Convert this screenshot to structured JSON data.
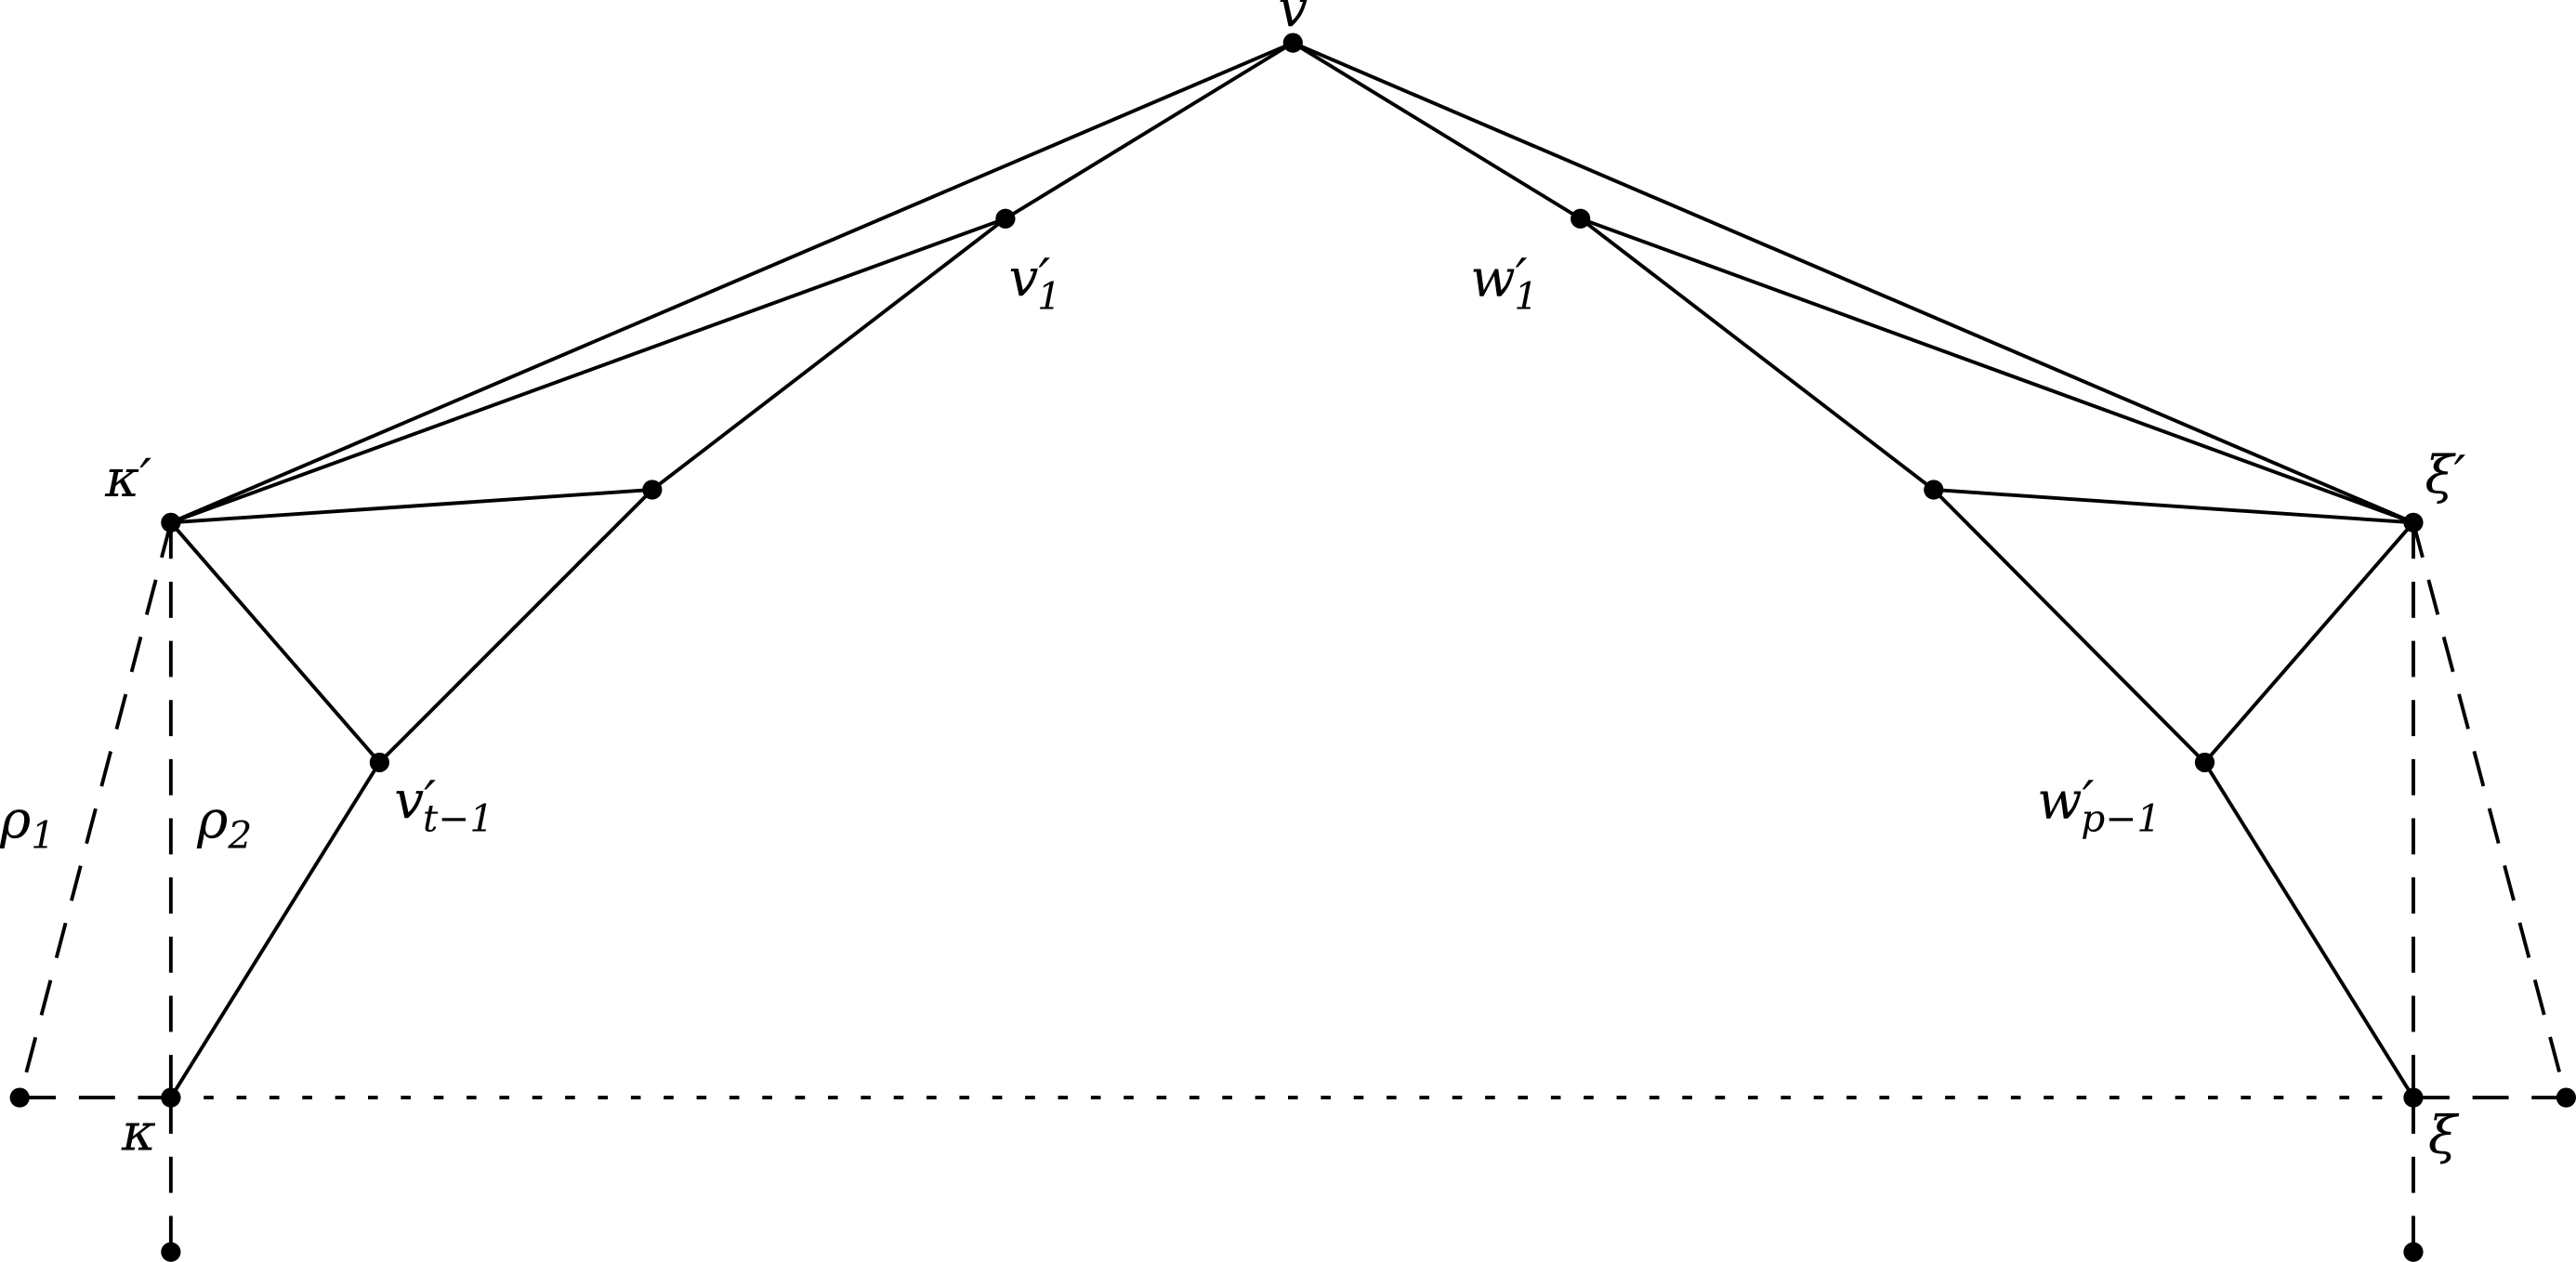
{
  "labels": {
    "v": {
      "base": "v"
    },
    "v1": {
      "base": "v",
      "prime": "′",
      "sub": "1"
    },
    "w1": {
      "base": "w",
      "prime": "′",
      "sub": "1"
    },
    "kappa_prime": {
      "base": "κ",
      "prime": "′"
    },
    "xi_prime": {
      "base": "ξ",
      "prime": "′"
    },
    "vt": {
      "base": "v",
      "prime": "′",
      "sub": "t−1"
    },
    "wp": {
      "base": "w",
      "prime": "′",
      "sub": "p−1"
    },
    "rho1": {
      "base": "ρ",
      "sub": "1"
    },
    "rho2": {
      "base": "ρ",
      "sub": "2"
    },
    "kappa": {
      "base": "κ"
    },
    "xi": {
      "base": "ξ"
    }
  }
}
